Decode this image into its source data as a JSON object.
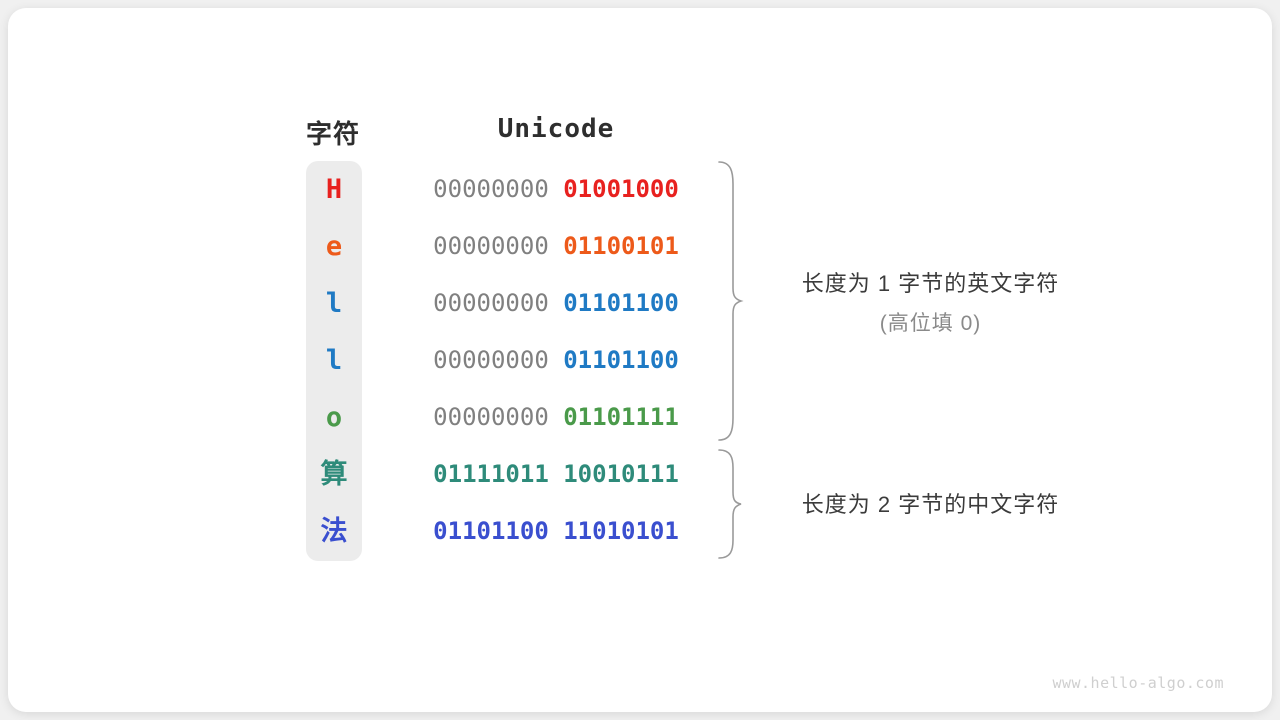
{
  "figure": {
    "headers": {
      "character": "字符",
      "unicode": "Unicode"
    },
    "rows": [
      {
        "char": "H",
        "char_color": "#e8211f",
        "is_cjk": false,
        "byte_high": "00000000",
        "byte_low": "01001000",
        "high_color": "#808080",
        "low_color": "#e8211f"
      },
      {
        "char": "e",
        "char_color": "#ed5a1a",
        "is_cjk": false,
        "byte_high": "00000000",
        "byte_low": "01100101",
        "high_color": "#808080",
        "low_color": "#ed5a1a"
      },
      {
        "char": "l",
        "char_color": "#1f7ac4",
        "is_cjk": false,
        "byte_high": "00000000",
        "byte_low": "01101100",
        "high_color": "#808080",
        "low_color": "#1f7ac4"
      },
      {
        "char": "l",
        "char_color": "#1f7ac4",
        "is_cjk": false,
        "byte_high": "00000000",
        "byte_low": "01101100",
        "high_color": "#808080",
        "low_color": "#1f7ac4"
      },
      {
        "char": "o",
        "char_color": "#4a9a4a",
        "is_cjk": false,
        "byte_high": "00000000",
        "byte_low": "01101111",
        "high_color": "#808080",
        "low_color": "#4a9a4a"
      },
      {
        "char": "算",
        "char_color": "#2e8b7a",
        "is_cjk": true,
        "byte_high": "01111011",
        "byte_low": "10010111",
        "high_color": "#2e8b7a",
        "low_color": "#2e8b7a"
      },
      {
        "char": "法",
        "char_color": "#3a4fcf",
        "is_cjk": true,
        "byte_high": "01101100",
        "byte_low": "11010101",
        "high_color": "#3a4fcf",
        "low_color": "#3a4fcf"
      }
    ],
    "annotations": [
      {
        "main": "长度为 1 字节的英文字符",
        "sub": "(高位填 0)"
      },
      {
        "main": "长度为 2 字节的中文字符",
        "sub": ""
      }
    ],
    "watermark": "www.hello-algo.com",
    "colors": {
      "canvas": "#f0f0f0",
      "card": "#ffffff",
      "char_panel": "#ececec",
      "brace": "#9a9a9a",
      "header_text": "#2e2e2e",
      "annotation_text": "#3b3b3b",
      "annotation_sub_text": "#8a8a8a",
      "watermark_text": "#cfcfcf"
    }
  }
}
